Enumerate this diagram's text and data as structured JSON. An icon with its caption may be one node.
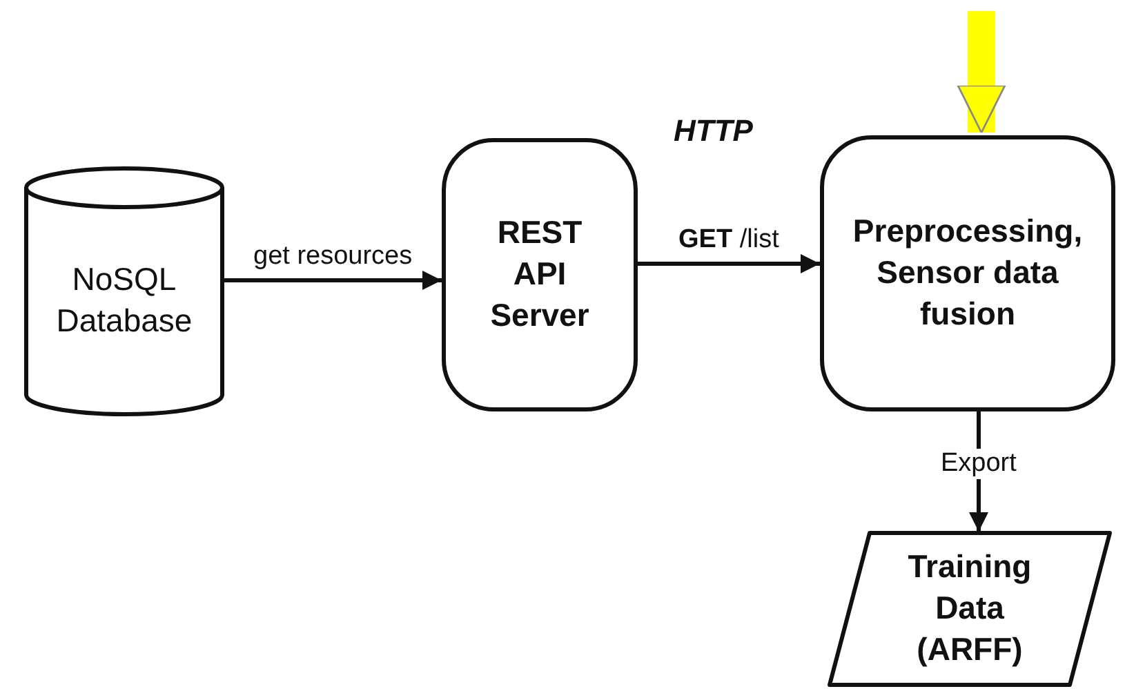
{
  "diagram": {
    "nodes": [
      {
        "text": [
          "NoSQL Database"
        ]
      },
      {
        "text": [
          "REST API Server"
        ]
      },
      {
        "text": [
          "Preprocessing, Sensor data fusion"
        ]
      },
      {
        "text": [
          "Training Data (ARFF)"
        ]
      }
    ],
    "edges": [
      {
        "from": 0,
        "to": 1,
        "arrow": "to",
        "label": "get resources"
      },
      {
        "from": 1,
        "to": 2,
        "arrow": "to",
        "label": "**GET** /list"
      },
      {
        "from": 2,
        "to": 3,
        "arrow": "to",
        "label": "Export"
      },
      {
        "from": null,
        "to": 2,
        "arrow": "to",
        "style": "thick",
        "color": "#ffff00"
      }
    ],
    "labels": [
      "HTTP"
    ]
  }
}
